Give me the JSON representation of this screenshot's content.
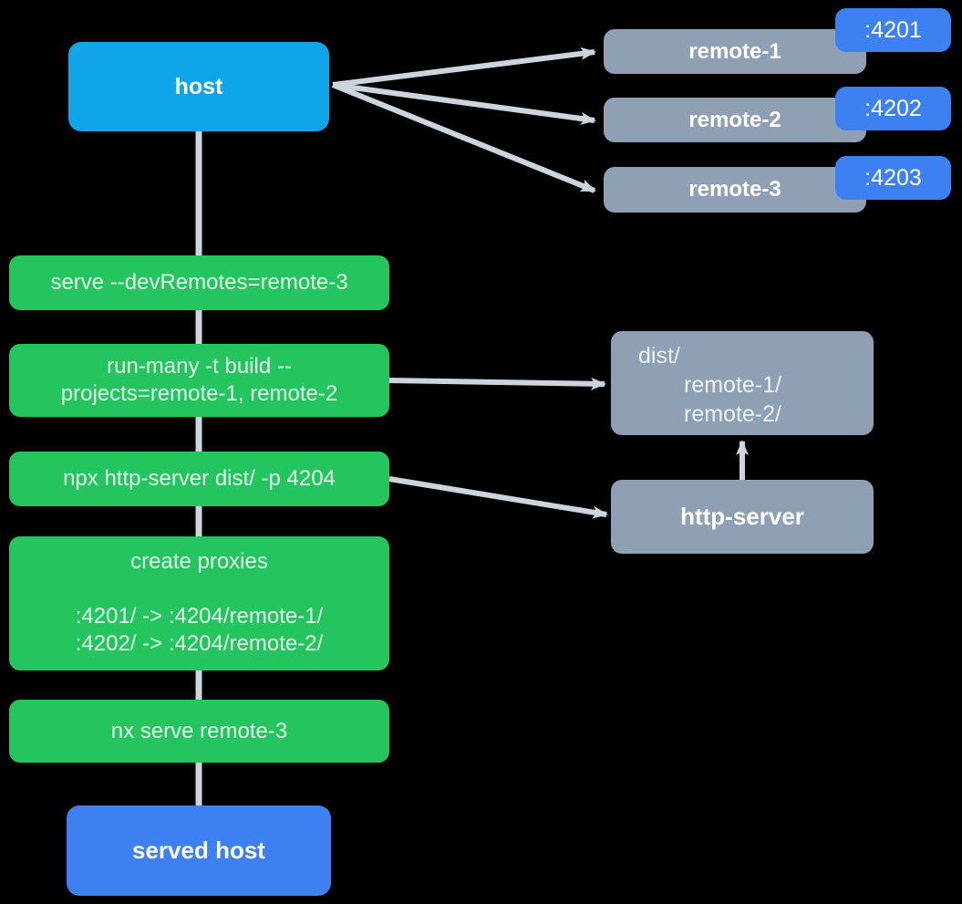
{
  "host": {
    "label": "host"
  },
  "remotes": [
    {
      "label": "remote-1",
      "port": ":4201"
    },
    {
      "label": "remote-2",
      "port": ":4202"
    },
    {
      "label": "remote-3",
      "port": ":4203"
    }
  ],
  "steps": {
    "serve": {
      "label": "serve --devRemotes=remote-3"
    },
    "run_many": {
      "line1": "run-many -t build --",
      "line2": "projects=remote-1, remote-2"
    },
    "http_server_cmd": {
      "label": "npx http-server dist/ -p 4204"
    },
    "create_proxies": {
      "title": "create proxies",
      "map1": ":4201/ -> :4204/remote-1/",
      "map2": ":4202/ -> :4204/remote-2/"
    },
    "nx_serve": {
      "label": "nx serve remote-3"
    }
  },
  "dist": {
    "root": "dist/",
    "child1": "remote-1/",
    "child2": "remote-2/"
  },
  "http_server": {
    "label": "http-server"
  },
  "served_host": {
    "label": "served host"
  },
  "colors": {
    "background": "#000000",
    "host_cyan": "#10a5e9",
    "step_green": "#24c45e",
    "remote_slate": "#8fa0b5",
    "badge_blue": "#3c80f2",
    "edge_gray": "#ccd4de",
    "green_text": "#e4f7eb",
    "white_text": "#ffffff"
  }
}
